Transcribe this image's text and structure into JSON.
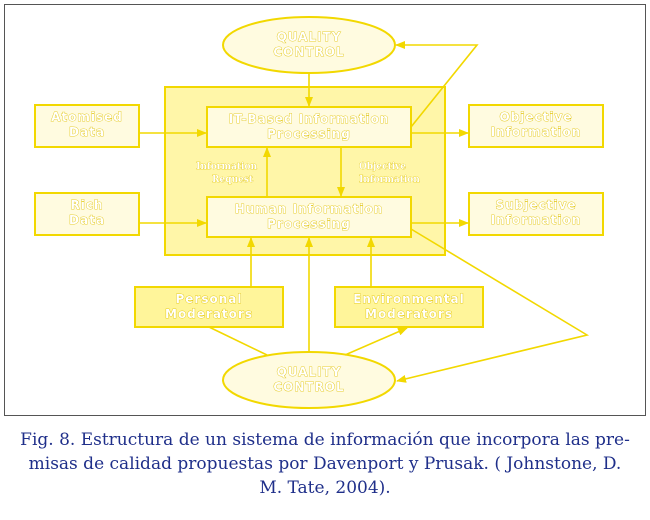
{
  "diagram": {
    "qc_top_line1": "QUALITY",
    "qc_top_line2": "CONTROL",
    "qc_bottom_line1": "QUALITY",
    "qc_bottom_line2": "CONTROL",
    "atomised_line1": "Atomised",
    "atomised_line2": "Data",
    "rich_line1": "Rich",
    "rich_line2": "Data",
    "it_line1": "IT-Based Information",
    "it_line2": "Processing",
    "human_line1": "Human Information",
    "human_line2": "Processing",
    "objective_line1": "Objective",
    "objective_line2": "Information",
    "subjective_line1": "Subjective",
    "subjective_line2": "Information",
    "info_request_line1": "Information",
    "info_request_line2": "Request",
    "obj_info_small_line1": "Objective",
    "obj_info_small_line2": "Information",
    "personal_line1": "Personal",
    "personal_line2": "Moderators",
    "environmental_line1": "Environmental",
    "environmental_line2": "Moderators"
  },
  "caption": {
    "line1": "Fig. 8. Estructura de un sistema de información que incorpora las pre-",
    "line2": "misas de calidad propuestas por Davenport y Prusak. ( Johnstone, D.",
    "line3": "M. Tate, 2004)."
  },
  "colors": {
    "diagram_yellow": "#f2d800",
    "caption_blue": "#1f2f8a"
  }
}
